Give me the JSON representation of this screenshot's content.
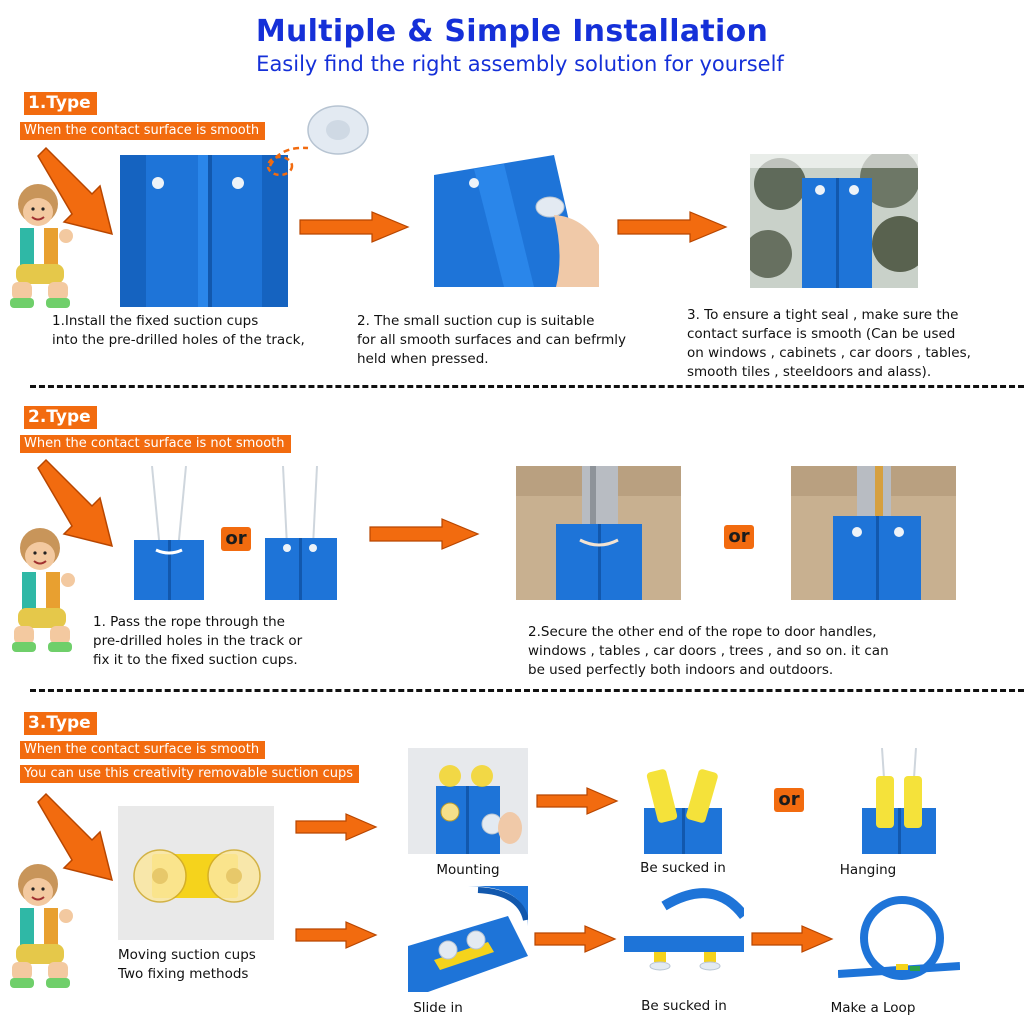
{
  "header": {
    "title": "Multiple & Simple Installation",
    "subtitle": "Easily find the right assembly solution for yourself"
  },
  "section1": {
    "type_label": "1.Type",
    "condition": "When the contact surface is smooth",
    "step1_lines": [
      "1.Install the fixed suction cups",
      "into the pre-drilled holes of the track,"
    ],
    "step2_lines": [
      "2. The small suction cup is suitable",
      "for all smooth surfaces and can befrmly",
      "held when pressed."
    ],
    "step3_lines": [
      "3. To ensure a tight seal , make sure the",
      "contact surface is smooth (Can be used",
      "on windows , cabinets , car doors , tables,",
      "smooth tiles , steeldoors and alass)."
    ]
  },
  "section2": {
    "type_label": "2.Type",
    "condition": "When the contact surface is not smooth",
    "or_label": "or",
    "step1_lines": [
      "1. Pass the rope through the",
      "pre-drilled holes in the track or",
      "fix it to the fixed suction cups."
    ],
    "step2_lines": [
      "2.Secure the other end of the rope to door handles,",
      "windows , tables , car doors , trees , and so on. it can",
      "be used perfectly both indoors and outdoors."
    ]
  },
  "section3": {
    "type_label": "3.Type",
    "condition1": "When the contact surface is smooth",
    "condition2": "You can use this creativity removable suction cups",
    "moving_lines": [
      "Moving suction cups",
      "Two fixing methods"
    ],
    "or_label": "or",
    "labels": {
      "mounting": "Mounting",
      "be_sucked_in_top": "Be sucked in",
      "hanging": "Hanging",
      "slide_in": "Slide in",
      "be_sucked_in_bottom": "Be sucked in",
      "make_a_loop": "Make a Loop"
    }
  },
  "colors": {
    "title_blue": "#1530d8",
    "accent_orange": "#f26b0f",
    "track_blue": "#1a73d6",
    "suction_yellow": "#f5d31c"
  }
}
